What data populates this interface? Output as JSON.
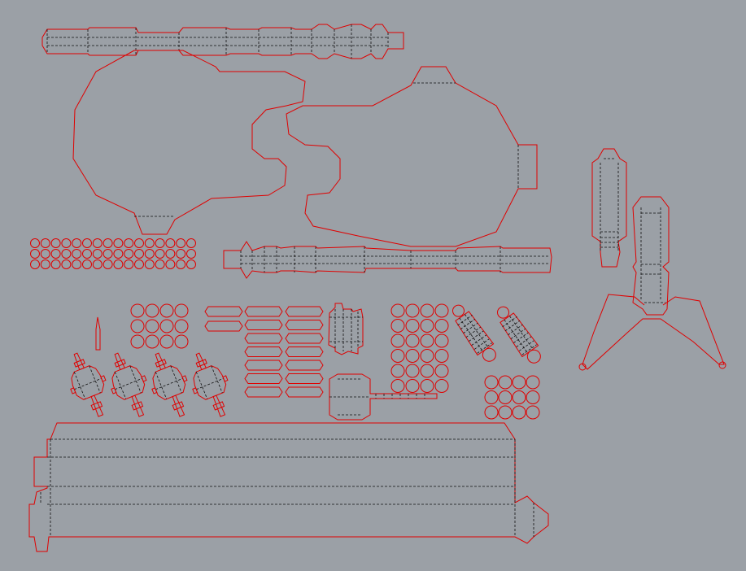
{
  "viewport": {
    "background": "#9ba0a6"
  },
  "colors": {
    "cut": "#e00000",
    "fold": "#111111"
  },
  "parts": [
    {
      "id": "top-barrel-strip",
      "kind": "cut-outline"
    },
    {
      "id": "hull-left-panel",
      "kind": "cut-outline"
    },
    {
      "id": "hull-right-panel",
      "kind": "cut-outline"
    },
    {
      "id": "middle-barrel-strip",
      "kind": "cut-outline"
    },
    {
      "id": "circle-disc-grid-left",
      "kind": "cut-outline"
    },
    {
      "id": "tower-piece-small",
      "kind": "cut-outline"
    },
    {
      "id": "tower-piece-tall",
      "kind": "cut-outline"
    },
    {
      "id": "tripod-legs",
      "kind": "cut-outline"
    },
    {
      "id": "spike-marker",
      "kind": "cut-outline"
    },
    {
      "id": "thruster-assemblies",
      "kind": "cut-outline"
    },
    {
      "id": "circle-disc-grid-4x3",
      "kind": "cut-outline"
    },
    {
      "id": "rounded-slot-strips",
      "kind": "cut-outline"
    },
    {
      "id": "cylinder-net",
      "kind": "cut-outline"
    },
    {
      "id": "hammer-piece",
      "kind": "cut-outline"
    },
    {
      "id": "circle-disc-grid-right",
      "kind": "cut-outline"
    },
    {
      "id": "capsule-rotated-pair",
      "kind": "cut-outline"
    },
    {
      "id": "circle-disc-grid-small",
      "kind": "cut-outline"
    },
    {
      "id": "long-prism-net",
      "kind": "cut-outline"
    }
  ]
}
